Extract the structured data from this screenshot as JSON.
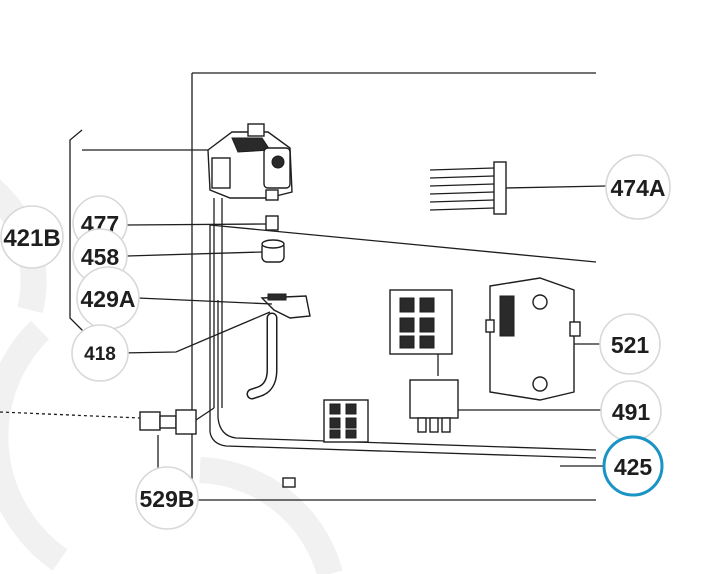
{
  "callouts": [
    {
      "id": "421B",
      "text": "421B"
    },
    {
      "id": "477",
      "text": "477"
    },
    {
      "id": "458",
      "text": "458"
    },
    {
      "id": "429A",
      "text": "429A"
    },
    {
      "id": "418",
      "text": "418"
    },
    {
      "id": "529B",
      "text": "529B"
    },
    {
      "id": "474A",
      "text": "474A"
    },
    {
      "id": "521",
      "text": "521"
    },
    {
      "id": "491",
      "text": "491"
    },
    {
      "id": "425",
      "text": "425"
    }
  ],
  "colors": {
    "highlight_ring": "#1a94c4",
    "bubble_ring": "#d8d8d8",
    "line": "#1e1e1e"
  }
}
